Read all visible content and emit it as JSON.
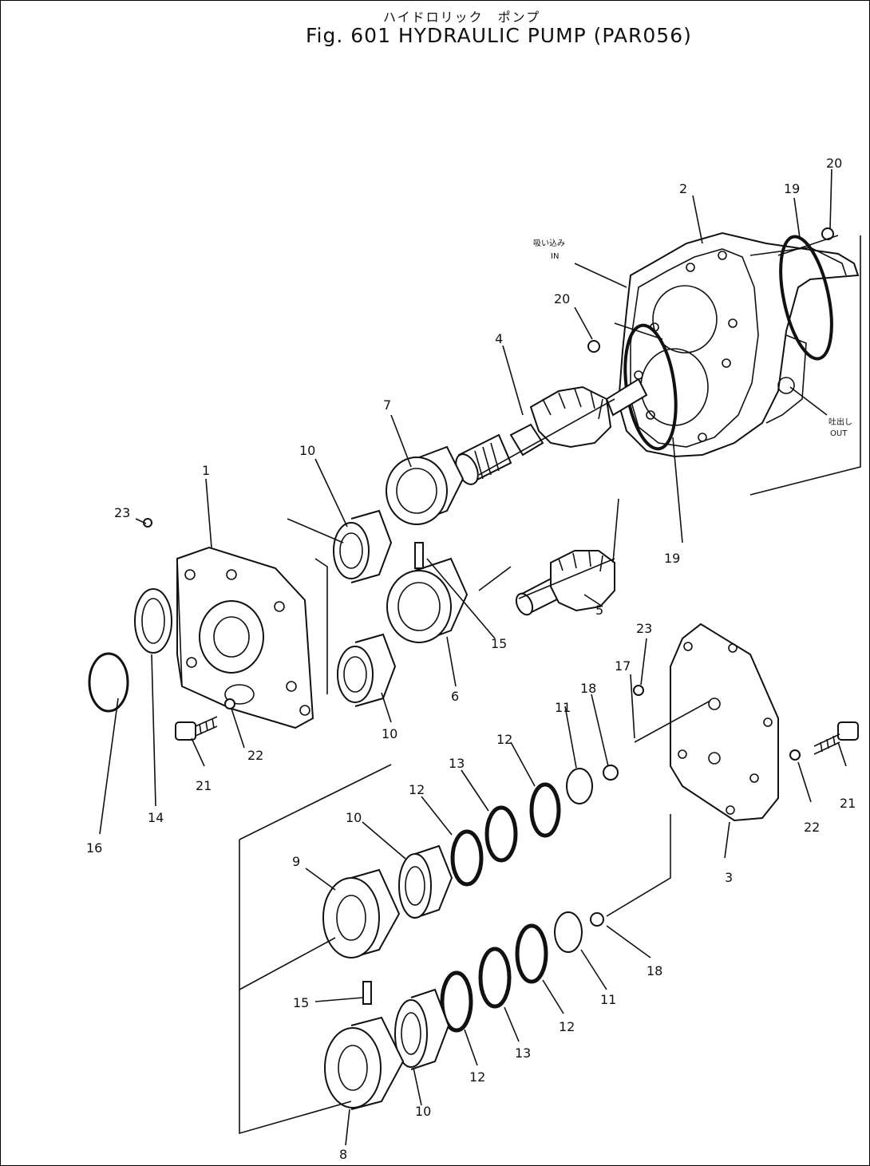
{
  "header": {
    "jp_title": "ハイドロリック　ポンプ",
    "title": "Fig. 601   HYDRAULIC PUMP (PAR056)"
  },
  "port_labels": {
    "in_jp": "吸い込み",
    "in": "IN",
    "out_jp": "吐出し",
    "out": "OUT"
  },
  "callouts": {
    "c1": "1",
    "c2": "2",
    "c3": "3",
    "c4": "4",
    "c5": "5",
    "c6": "6",
    "c7": "7",
    "c8": "8",
    "c9": "9",
    "c10a": "10",
    "c10b": "10",
    "c10c": "10",
    "c10d": "10",
    "c11a": "11",
    "c11b": "11",
    "c12a": "12",
    "c12b": "12",
    "c12c": "12",
    "c12d": "12",
    "c13a": "13",
    "c13b": "13",
    "c14": "14",
    "c15a": "15",
    "c15b": "15",
    "c16": "16",
    "c17": "17",
    "c18a": "18",
    "c18b": "18",
    "c19a": "19",
    "c19b": "19",
    "c20a": "20",
    "c20b": "20",
    "c21a": "21",
    "c21b": "21",
    "c22a": "22",
    "c22b": "22",
    "c23a": "23",
    "c23b": "23"
  }
}
